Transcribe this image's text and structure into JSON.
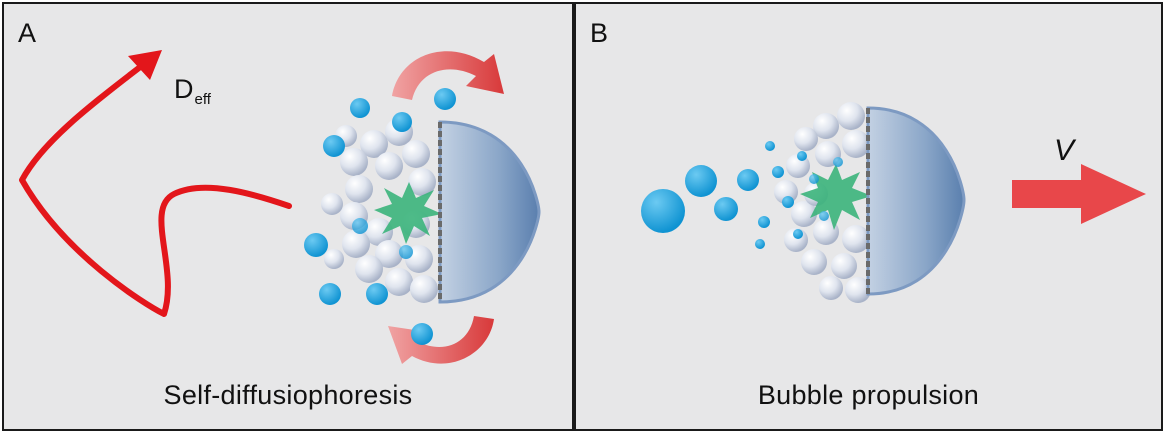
{
  "panel_a": {
    "letter": "A",
    "diffusion_symbol": "D",
    "diffusion_subscript": "eff",
    "caption": "Self-diffusiophoresis"
  },
  "panel_b": {
    "letter": "B",
    "velocity_symbol": "V",
    "caption": "Bubble propulsion"
  },
  "colors": {
    "background": "#e7e7e8",
    "border": "#1a1a1a",
    "trajectory_red": "#e3161b",
    "rotation_arrow": "#d8393a",
    "molecule_blue": "#1aa3e0",
    "catalyst_green": "#3bb47b",
    "janus_cap": "#7e9cc0",
    "thrust_arrow": "#e8474a"
  }
}
